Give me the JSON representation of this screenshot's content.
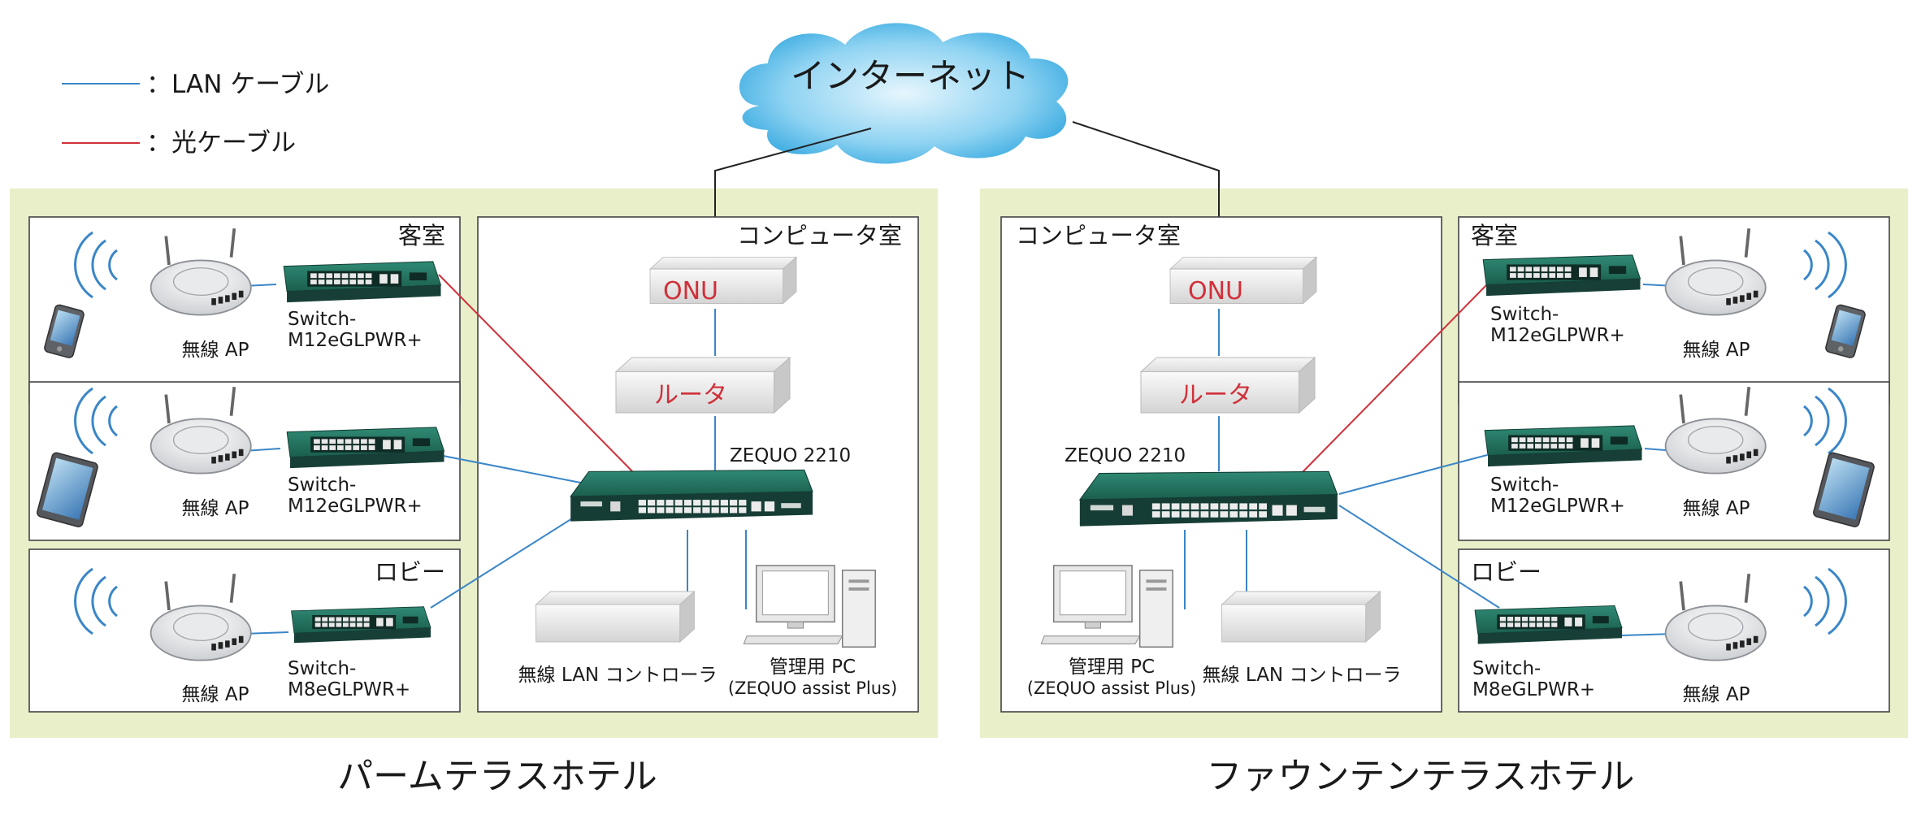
{
  "legend": {
    "lan_label": "：LAN ケーブル",
    "optical_label": "：光ケーブル",
    "lan_color": "#3a86c8",
    "optical_color": "#d0303a"
  },
  "internet": {
    "label": "インターネット"
  },
  "colors": {
    "zone": "#e9efc9",
    "switch": "#1f6b5a",
    "onu_text": "#d0303a"
  },
  "hotels": [
    {
      "name": "パームテラスホテル",
      "computer_room": {
        "title": "コンピュータ室",
        "onu": "ONU",
        "router": "ルータ",
        "core_switch": "ZEQUO 2210",
        "wlc": "無線 LAN コントローラ",
        "pc_line1": "管理用 PC",
        "pc_line2": "(ZEQUO assist Plus)"
      },
      "rooms": [
        {
          "title": "客室",
          "ap": "無線 AP",
          "switch_line1": "Switch-",
          "switch_line2": "M12eGLPWR+"
        },
        {
          "title": "",
          "ap": "無線 AP",
          "switch_line1": "Switch-",
          "switch_line2": "M12eGLPWR+"
        },
        {
          "title": "ロビー",
          "ap": "無線 AP",
          "switch_line1": "Switch-",
          "switch_line2": "M8eGLPWR+"
        }
      ]
    },
    {
      "name": "ファウンテンテラスホテル",
      "computer_room": {
        "title": "コンピュータ室",
        "onu": "ONU",
        "router": "ルータ",
        "core_switch": "ZEQUO 2210",
        "wlc": "無線 LAN コントローラ",
        "pc_line1": "管理用 PC",
        "pc_line2": "(ZEQUO assist Plus)"
      },
      "rooms": [
        {
          "title": "客室",
          "ap": "無線 AP",
          "switch_line1": "Switch-",
          "switch_line2": "M12eGLPWR+"
        },
        {
          "title": "",
          "ap": "無線 AP",
          "switch_line1": "Switch-",
          "switch_line2": "M12eGLPWR+"
        },
        {
          "title": "ロビー",
          "ap": "無線 AP",
          "switch_line1": "Switch-",
          "switch_line2": "M8eGLPWR+"
        }
      ]
    }
  ]
}
